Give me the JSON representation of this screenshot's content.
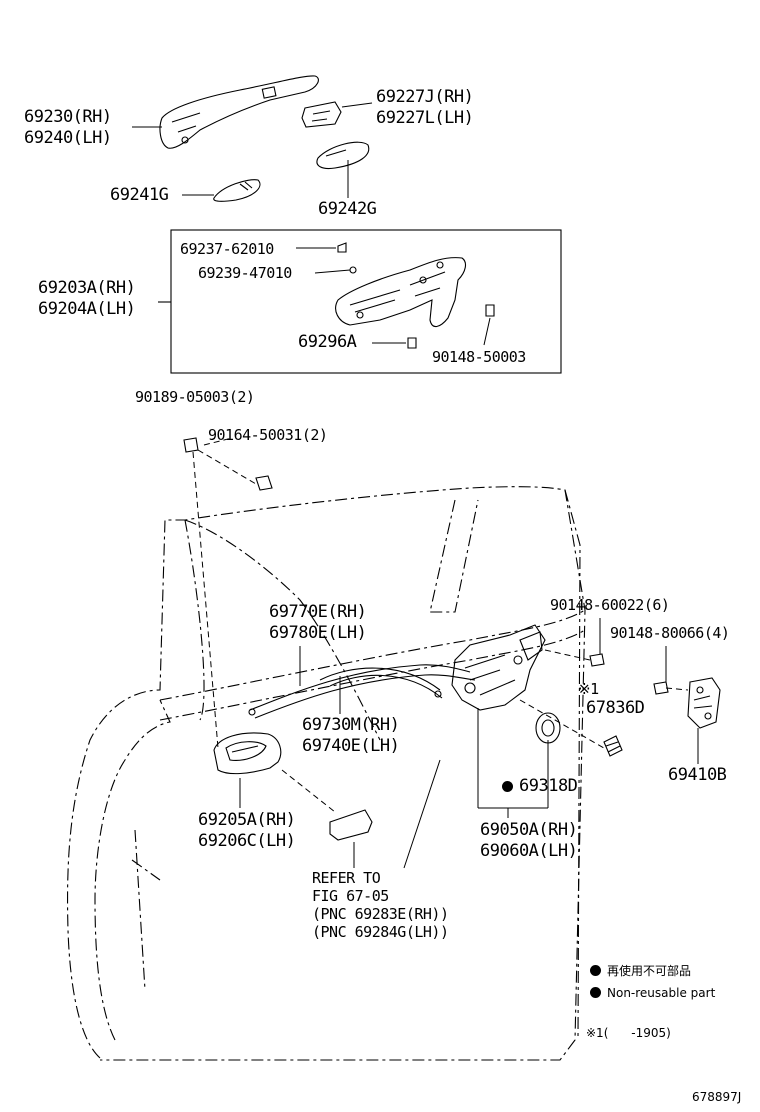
{
  "labels": {
    "p69230": "69230(RH)",
    "p69240": "69240(LH)",
    "p69227J": "69227J(RH)",
    "p69227L": "69227L(LH)",
    "p69241G": "69241G",
    "p69242G": "69242G",
    "p69237": "69237-62010",
    "p69239": "69239-47010",
    "p69203A": "69203A(RH)",
    "p69204A": "69204A(LH)",
    "p69296A": "69296A",
    "p90148_50003": "90148-50003",
    "p90189": "90189-05003(2)",
    "p90164": "90164-50031(2)",
    "p69770E": "69770E(RH)",
    "p69780E": "69780E(LH)",
    "p90148_60022": "90148-60022(6)",
    "p90148_80066": "90148-80066(4)",
    "note_mark_1": "※1",
    "p67836D": "67836D",
    "p69730M": "69730M(RH)",
    "p69740E": "69740E(LH)",
    "p69318D": "69318D",
    "p69410B": "69410B",
    "p69205A": "69205A(RH)",
    "p69206C": "69206C(LH)",
    "p69050A": "69050A(RH)",
    "p69060A": "69060A(LH)",
    "refer_line1": "REFER TO",
    "refer_line2": "FIG 67-05",
    "refer_line3": "(PNC 69283E(RH))",
    "refer_line4": "(PNC 69284G(LH))"
  },
  "legend": {
    "jp": "再使用不可部品",
    "en": "Non-reusable part",
    "note1": "※1(      -1905)"
  },
  "figure_id": "678897J"
}
